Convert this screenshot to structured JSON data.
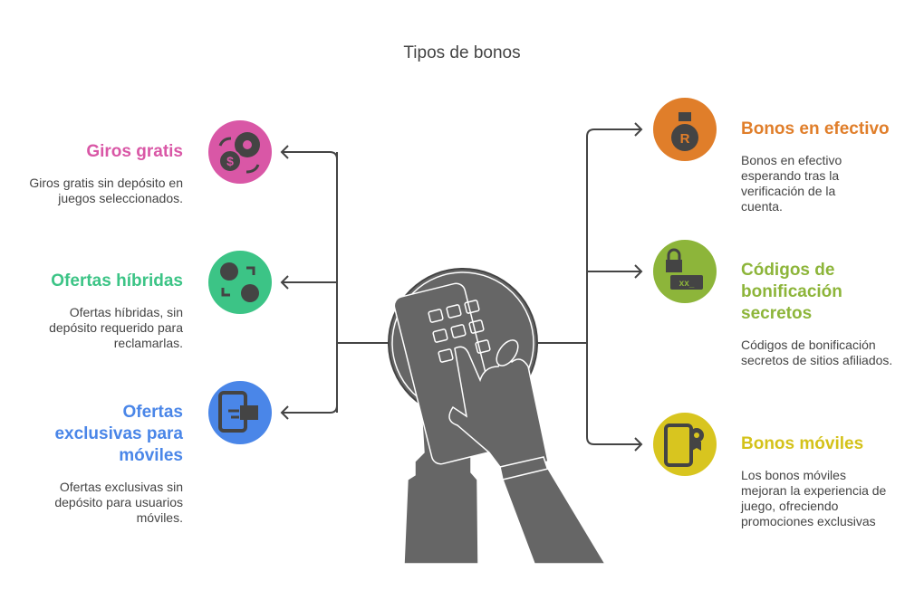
{
  "title": "Tipos de bonos",
  "left": [
    {
      "heading": "Giros gratis",
      "desc": "Giros gratis sin depósito en juegos seleccionados.",
      "color": "#D957A6",
      "icon": "roulette-money-icon"
    },
    {
      "heading": "Ofertas híbridas",
      "desc": "Ofertas híbridas, sin depósito requerido para reclamarlas.",
      "color": "#3CC486",
      "icon": "conversion-icon"
    },
    {
      "heading": "Ofertas exclusivas para móviles",
      "desc": "Ofertas exclusivas sin depósito para usuarios móviles.",
      "color": "#4A86E8",
      "icon": "mobile-gift-icon"
    }
  ],
  "right": [
    {
      "heading": "Bonos en efectivo",
      "desc": "Bonos en efectivo esperando tras la verificación de la cuenta.",
      "color": "#E07E2A",
      "icon": "money-bag-icon"
    },
    {
      "heading": "Códigos de bonificación secretos",
      "desc": "Códigos de bonificación secretos de sitios afiliados.",
      "color": "#8DB53A",
      "icon": "lock-code-icon"
    },
    {
      "heading": "Bonos móviles",
      "desc": "Los bonos móviles mejoran la experiencia de juego, ofreciendo promociones exclusivas",
      "color": "#D8C51F",
      "icon": "mobile-badge-icon"
    }
  ]
}
